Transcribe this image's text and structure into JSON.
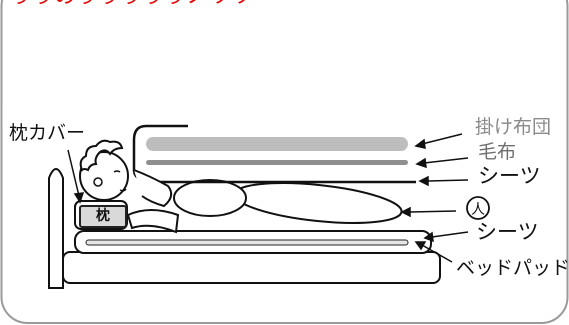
{
  "top_text": "りりのりりりりりノリリ",
  "labels": {
    "kakebuton": "掛け布団",
    "moufu": "毛布",
    "sheets_top": "シーツ",
    "person_symbol": "人",
    "sheets_bottom": "シーツ",
    "bed_pad": "ベッドパッド",
    "pillow_cover": "枕カバー",
    "pillow": "枕"
  },
  "colors": {
    "kakebuton": "#bdbdbd",
    "moufu": "#8f8f8f",
    "outline": "#111111",
    "top_text": "#e01010"
  }
}
